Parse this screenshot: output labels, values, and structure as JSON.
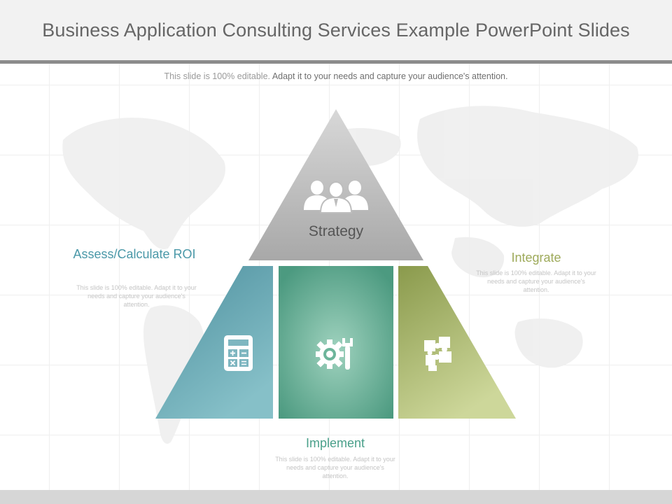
{
  "title": "Business Application Consulting Services Example PowerPoint Slides",
  "subtitle": {
    "part1": "This slide is 100% editable.",
    "part2": "Adapt it to your needs and capture your audience's attention."
  },
  "pyramid": {
    "top": {
      "label": "Strategy",
      "icon": "people-group-icon"
    },
    "left": {
      "icon": "calculator-icon",
      "color": "#5b9ea8"
    },
    "center": {
      "icon": "gear-wrench-icon",
      "color": "#5aa48a"
    },
    "right": {
      "icon": "puzzle-icon",
      "color": "#9ea860"
    }
  },
  "sections": {
    "assess": {
      "title": "Assess/Calculate ROI",
      "desc": "This slide is 100% editable. Adapt it to your needs and capture your audience's attention.",
      "color": "#4a98a8"
    },
    "integrate": {
      "title": "Integrate",
      "desc": "This slide is 100% editable. Adapt it to your needs and capture your audience's attention.",
      "color": "#9eaa5a"
    },
    "implement": {
      "title": "Implement",
      "desc": "This slide is 100% editable. Adapt it to your needs and capture your audience's attention.",
      "color": "#4aa08a"
    }
  }
}
